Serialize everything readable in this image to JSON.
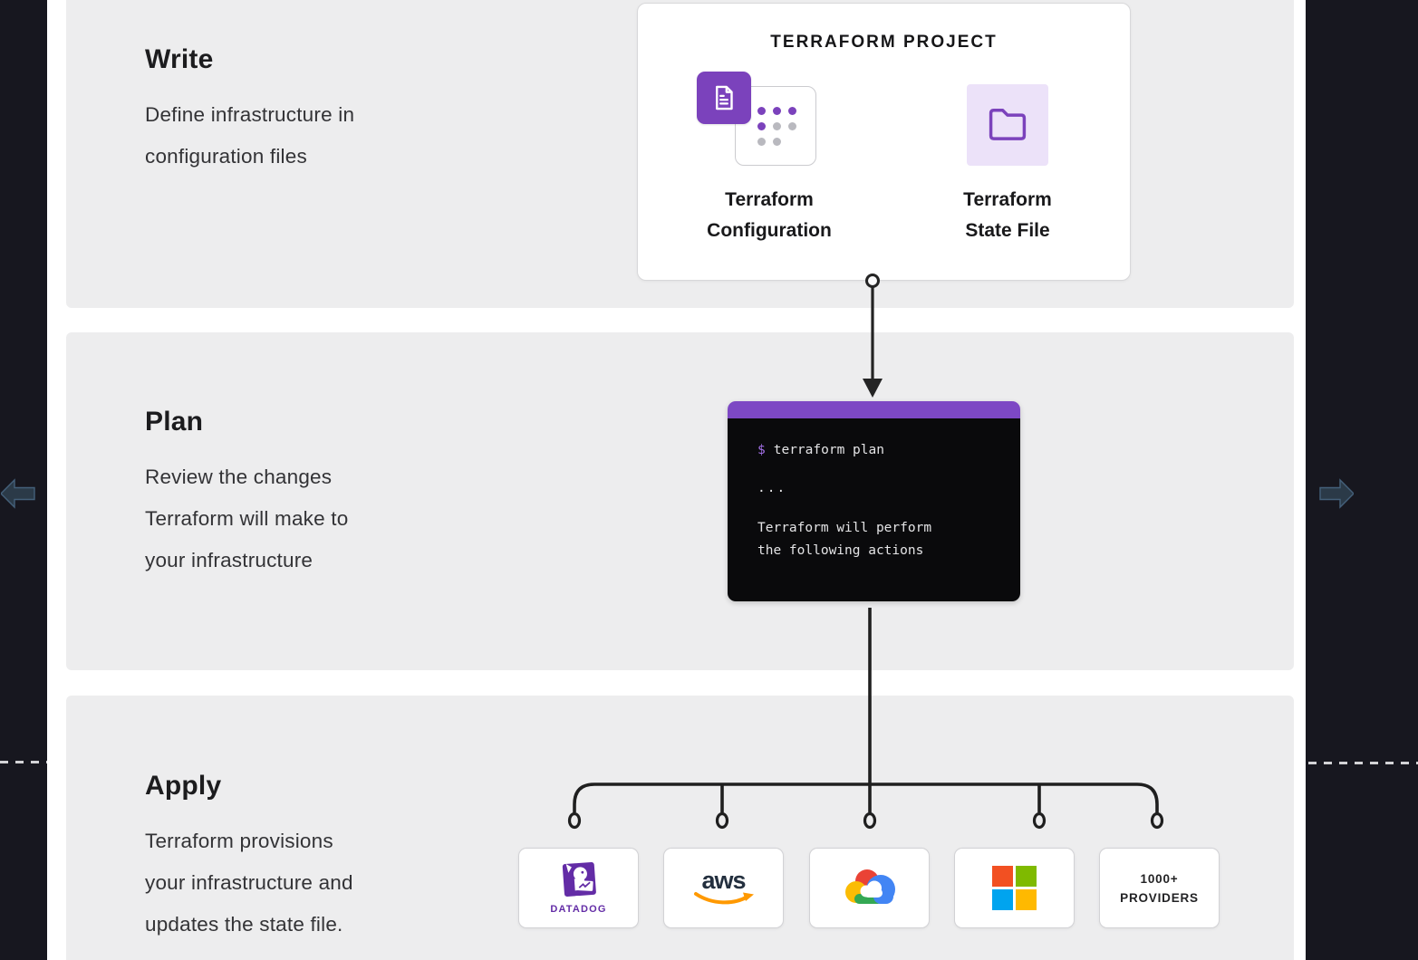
{
  "diagram": {
    "sections": [
      {
        "title": "Write",
        "body_lines": [
          "Define infrastructure in",
          "configuration files"
        ]
      },
      {
        "title": "Plan",
        "body_lines": [
          "Review the changes",
          "Terraform will make to",
          "your infrastructure"
        ]
      },
      {
        "title": "Apply",
        "body_lines": [
          "Terraform provisions",
          "your infrastructure and",
          "updates the state file."
        ]
      }
    ],
    "project_card": {
      "title": "TERRAFORM PROJECT",
      "configuration": {
        "label_lines": [
          "Terraform",
          "Configuration"
        ]
      },
      "state_file": {
        "label_lines": [
          "Terraform",
          "State File"
        ]
      }
    },
    "terminal": {
      "prompt": "$",
      "command": "terraform plan",
      "output_lines": [
        "...",
        "Terraform will perform",
        "the following actions"
      ]
    },
    "providers": [
      {
        "name": "Datadog",
        "wordmark": "DATADOG"
      },
      {
        "name": "AWS",
        "wordmark": "aws"
      },
      {
        "name": "Google Cloud"
      },
      {
        "name": "Microsoft"
      },
      {
        "name": "More providers",
        "line1": "1000+",
        "line2": "PROVIDERS"
      }
    ]
  },
  "icons": {
    "nav_left": "arrow-left-icon",
    "nav_right": "arrow-right-icon",
    "configuration": "document-icon + dot-grid-icon",
    "state_file": "folder-icon",
    "connector_ends": "circle-node + arrowhead"
  },
  "colors": {
    "rail_bg": "#17171f",
    "nav_arrow": "#2b3a48",
    "band_bg": "#ededee",
    "brand_purple": "#7b42bc",
    "terminal_bar": "#7d48c4",
    "terminal_bg": "#0a0a0c",
    "terminal_prompt": "#a471e8",
    "connector": "#222222",
    "datadog_purple": "#632ca6",
    "aws_navy": "#232f3e",
    "aws_orange": "#ff9900",
    "ms_red": "#f25022",
    "ms_green": "#7fba00",
    "ms_blue": "#00a4ef",
    "ms_yellow": "#ffb900",
    "g_red": "#ea4335",
    "g_yellow": "#fbbc05",
    "g_blue": "#4285f4",
    "g_green": "#34a853"
  }
}
